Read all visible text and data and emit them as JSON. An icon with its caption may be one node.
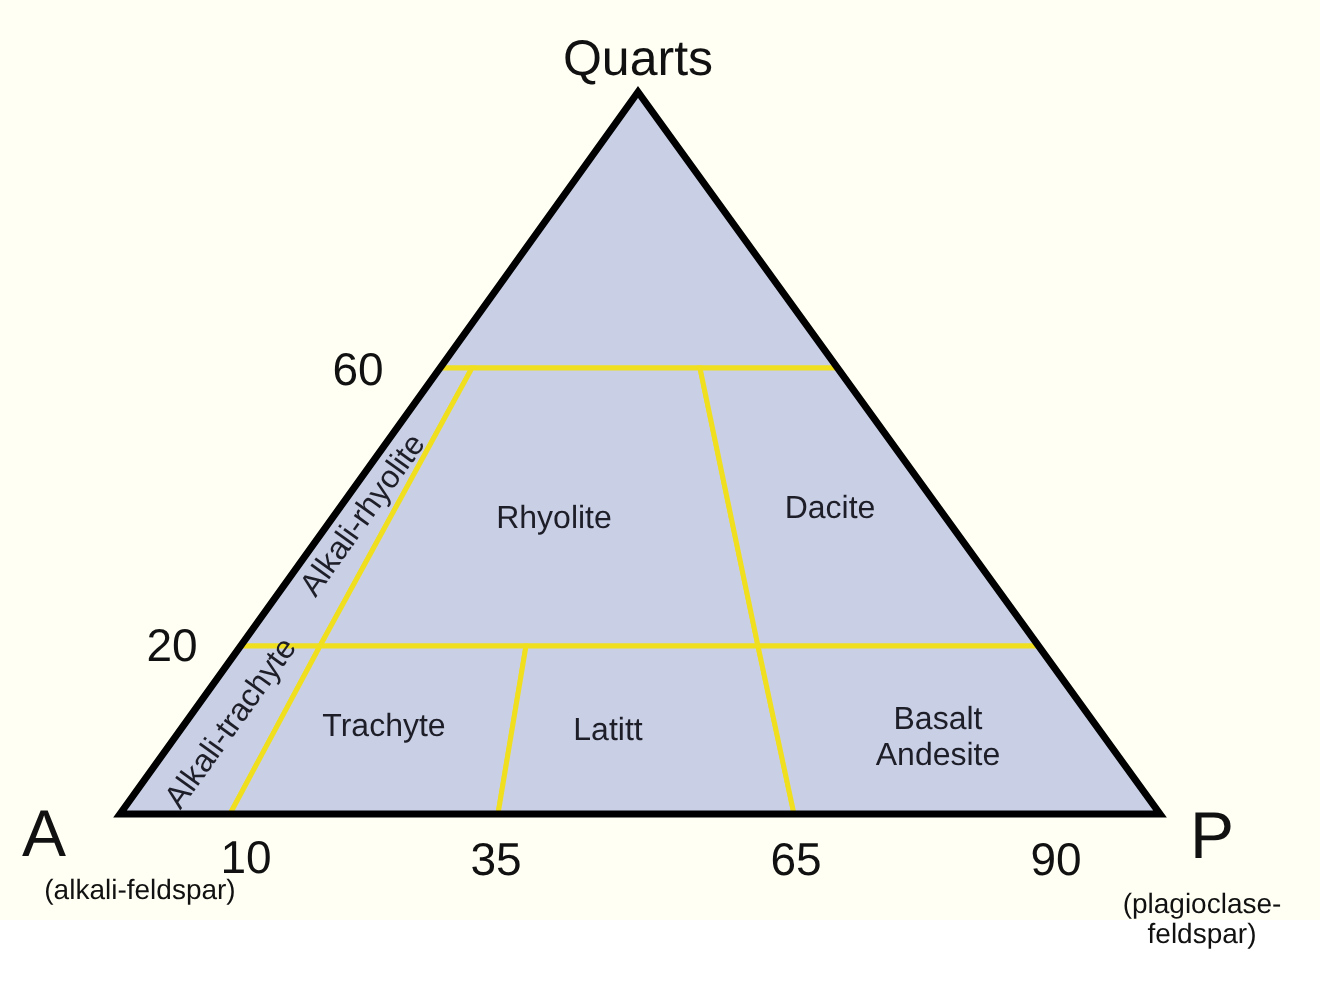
{
  "diagram": {
    "nodes": [
      {
        "text": [],
        "shape": "triangle"
      },
      {
        "text": [
          "Alkali-rhyolite"
        ]
      },
      {
        "text": [
          "Rhyolite"
        ]
      },
      {
        "text": [
          "Dacite"
        ]
      },
      {
        "text": [
          "Alkali-trachyte"
        ]
      },
      {
        "text": [
          "Trachyte"
        ]
      },
      {
        "text": [
          "Latitt"
        ]
      },
      {
        "text": [
          "Basalt Andesite"
        ]
      }
    ],
    "labels": [
      "Quarts",
      "60",
      "20",
      "A",
      "10",
      "35",
      "65",
      "90",
      "P",
      "(alkali-feldspar)",
      "(plagioclase- feldspar)"
    ]
  }
}
